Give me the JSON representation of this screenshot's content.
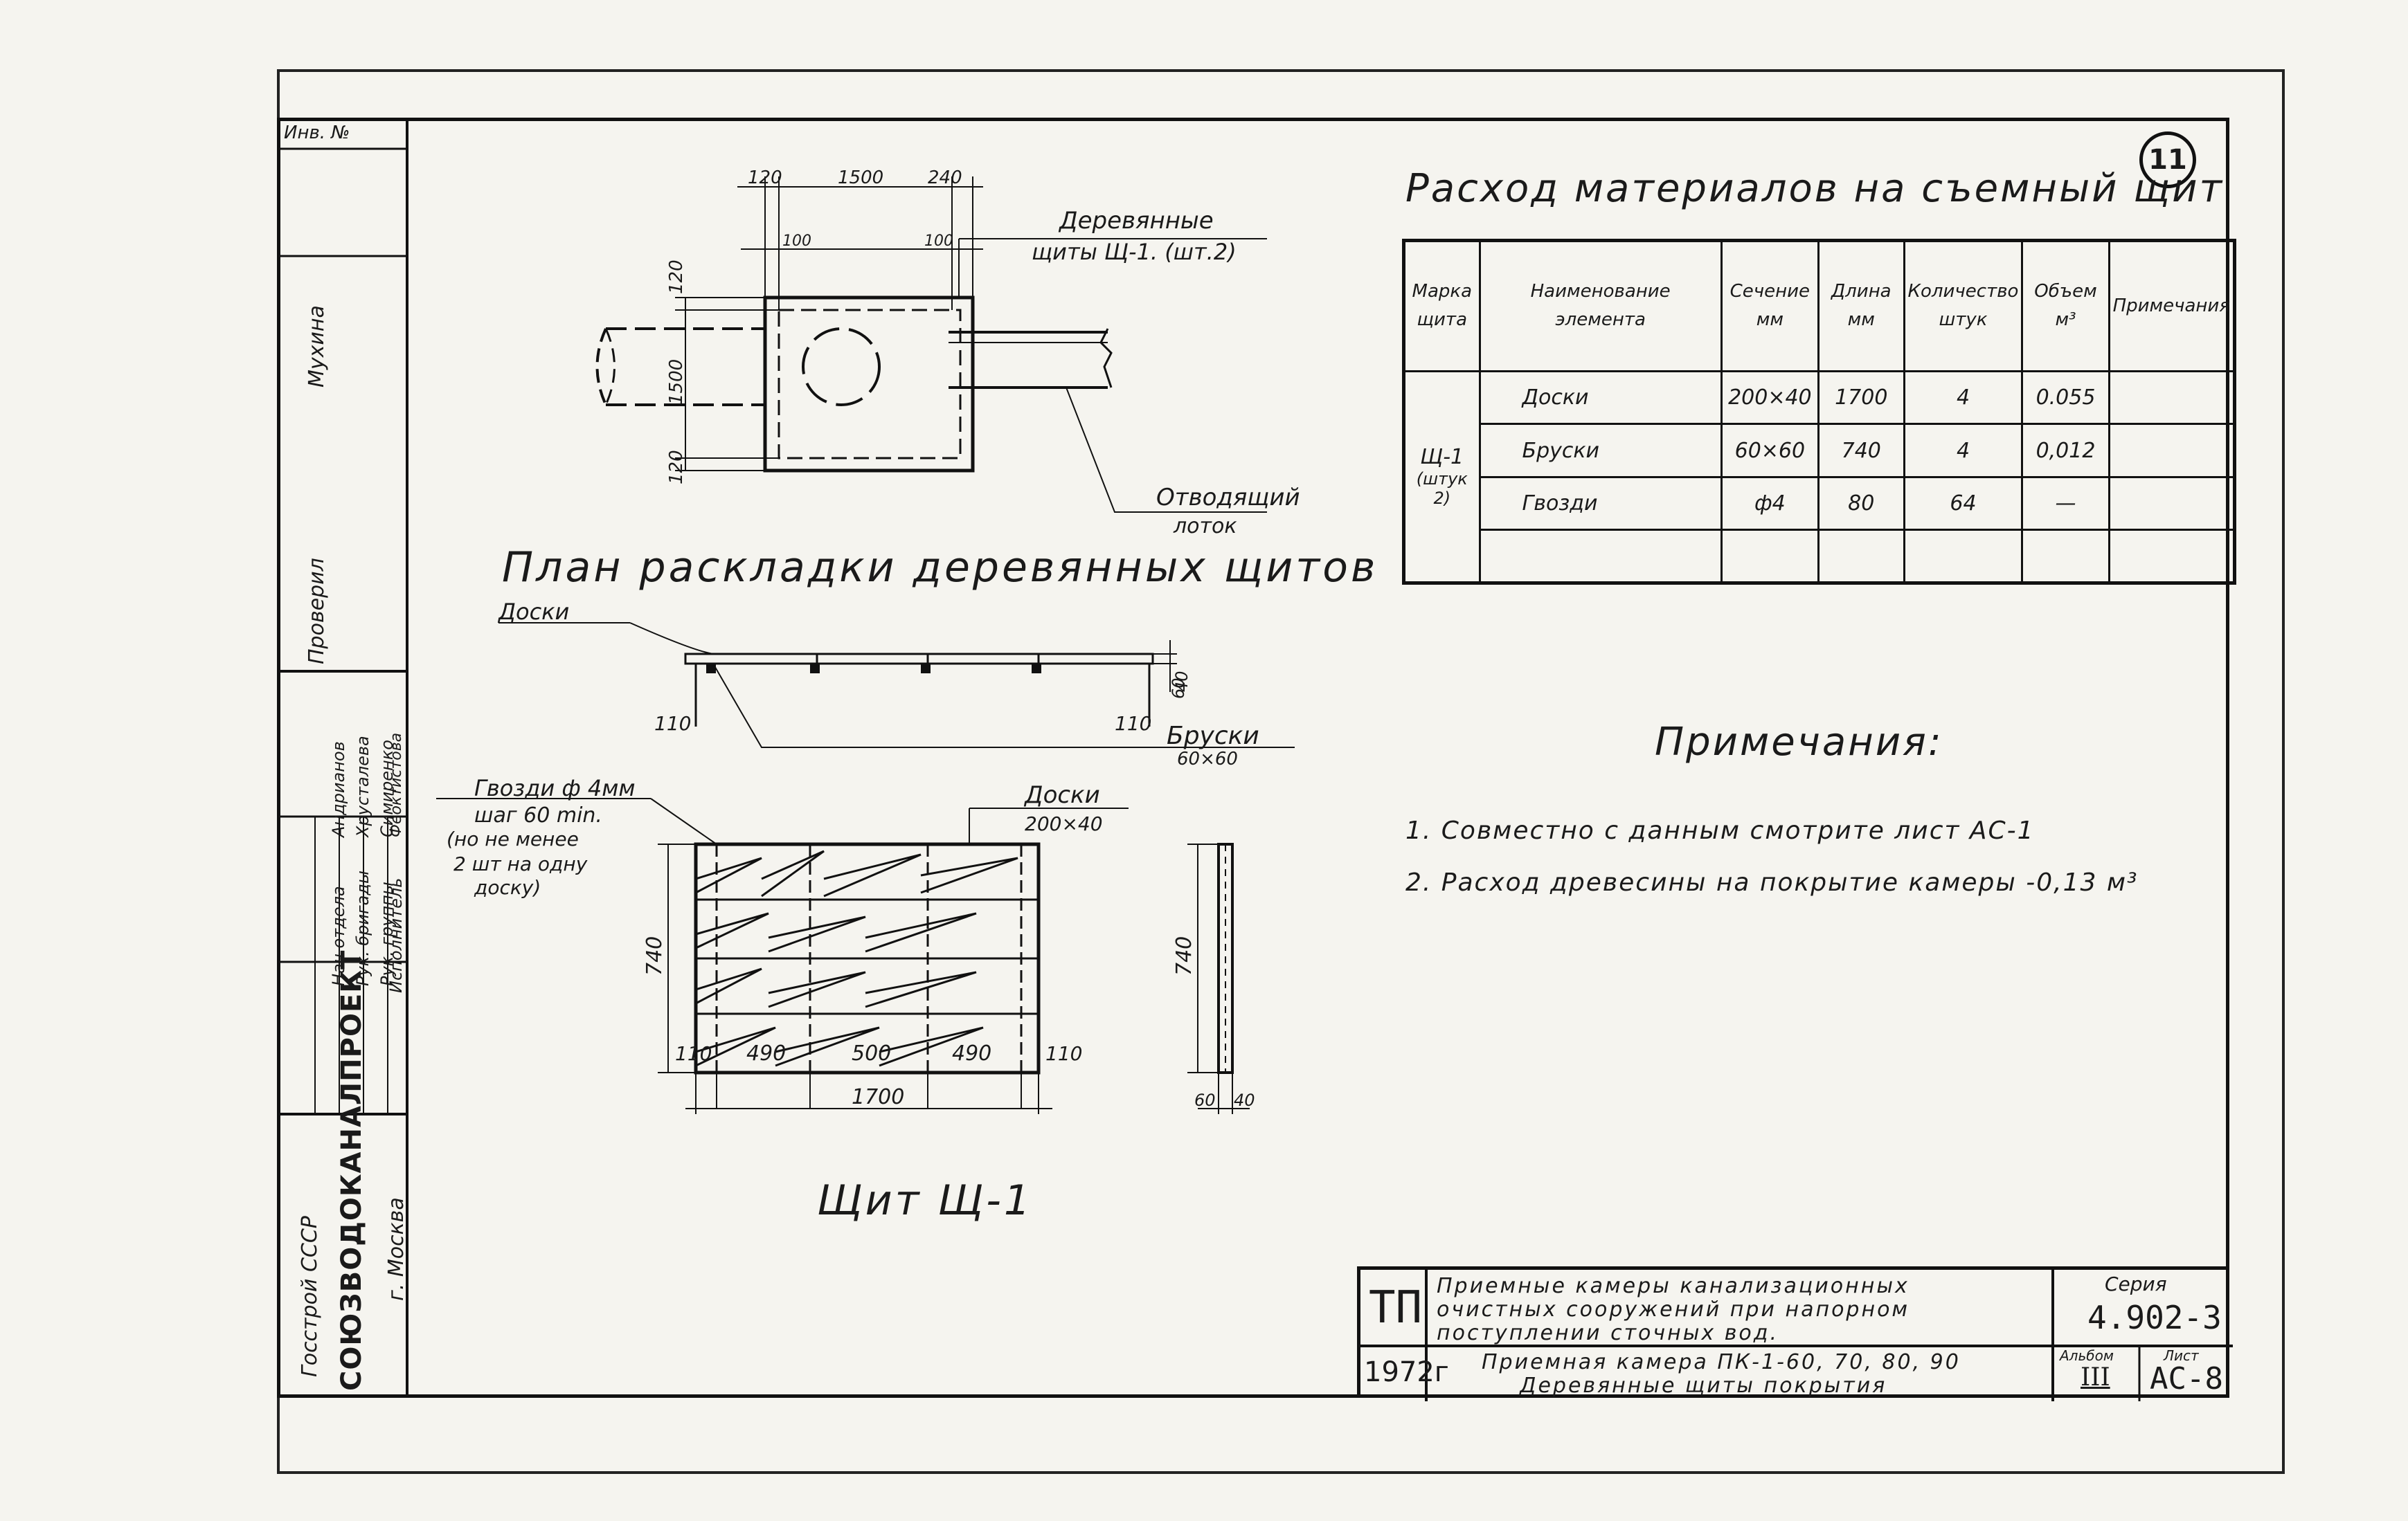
{
  "sheet_number": "11",
  "stamp": {
    "inv_label": "Инв. №",
    "roles": [
      "Нач отдела",
      "Рук. бригады",
      "Рук. группы",
      "Исполнитель"
    ],
    "names": [
      "Андрианов",
      "Хрусталева",
      "Симиренко",
      "Феоктистова"
    ],
    "checked_label": "Проверил",
    "checked_name": "Мухина",
    "org_line1": "Госстрой СССР",
    "org_line2": "СОЮЗВОДОКАНАЛПРОЕКТ",
    "org_line3": "г. Москва"
  },
  "plan": {
    "title": "План раскладки деревянных щитов",
    "label_shields": "Деревянные",
    "label_shields_2": "щиты Щ-1. (шт.2)",
    "label_tray": "Отводящий",
    "label_tray_2": "лоток",
    "dims_top": [
      "120",
      "1500",
      "240"
    ],
    "dims_inner": [
      "100",
      "100"
    ],
    "dims_left": [
      "120",
      "1500",
      "120"
    ]
  },
  "section": {
    "label_boards": "Доски",
    "label_bars": "Бруски",
    "label_bars_size": "60×60",
    "dim_110_left": "110",
    "dim_110_right": "110",
    "dim_40": "40",
    "dim_60": "60"
  },
  "shield": {
    "title": "Щит   Щ-1",
    "nails_1": "Гвозди ф 4мм",
    "nails_2": "шаг 60 min.",
    "nails_3": "(но не менее",
    "nails_4": "2 шт на одну",
    "nails_5": "доску)",
    "boards": "Доски",
    "boards_size": "200×40",
    "dim_height": "740",
    "dims_bottom": [
      "110",
      "490",
      "500",
      "490",
      "110"
    ],
    "dim_total": "1700",
    "side_height": "740",
    "side_dim_60": "60",
    "side_dim_40": "40"
  },
  "materials": {
    "title": "Расход материалов на съемный щит",
    "headers": [
      "Марка щита",
      "Наименование элемента",
      "Сечение мм",
      "Длина мм",
      "Количество штук",
      "Объем м³",
      "Примечания"
    ],
    "mark": "Щ-1",
    "mark_qty": "(штук 2)",
    "rows": [
      {
        "name": "Доски",
        "section": "200×40",
        "length": "1700",
        "qty": "4",
        "volume": "0.055"
      },
      {
        "name": "Бруски",
        "section": "60×60",
        "length": "740",
        "qty": "4",
        "volume": "0,012"
      },
      {
        "name": "Гвозди",
        "section": "ф4",
        "length": "80",
        "qty": "64",
        "volume": "—"
      }
    ]
  },
  "notes": {
    "title": "Примечания:",
    "items": [
      "1. Совместно с данным смотрите лист АС-1",
      "2. Расход древесины на покрытие камеры -0,13 м³"
    ]
  },
  "titleblock": {
    "code": "ТП",
    "year": "1972г",
    "desc_1": "Приемные камеры канализационных",
    "desc_2": "очистных сооружений при напорном",
    "desc_3": "поступлении сточных вод.",
    "desc_4": "Приемная камера ПК-1-60, 70, 80, 90",
    "desc_5": "Деревянные щиты покрытия",
    "series_label": "Серия",
    "series": "4.902-3",
    "album_label": "Альбом",
    "album": "III",
    "sheet_label": "Лист",
    "sheet": "АС-8"
  }
}
